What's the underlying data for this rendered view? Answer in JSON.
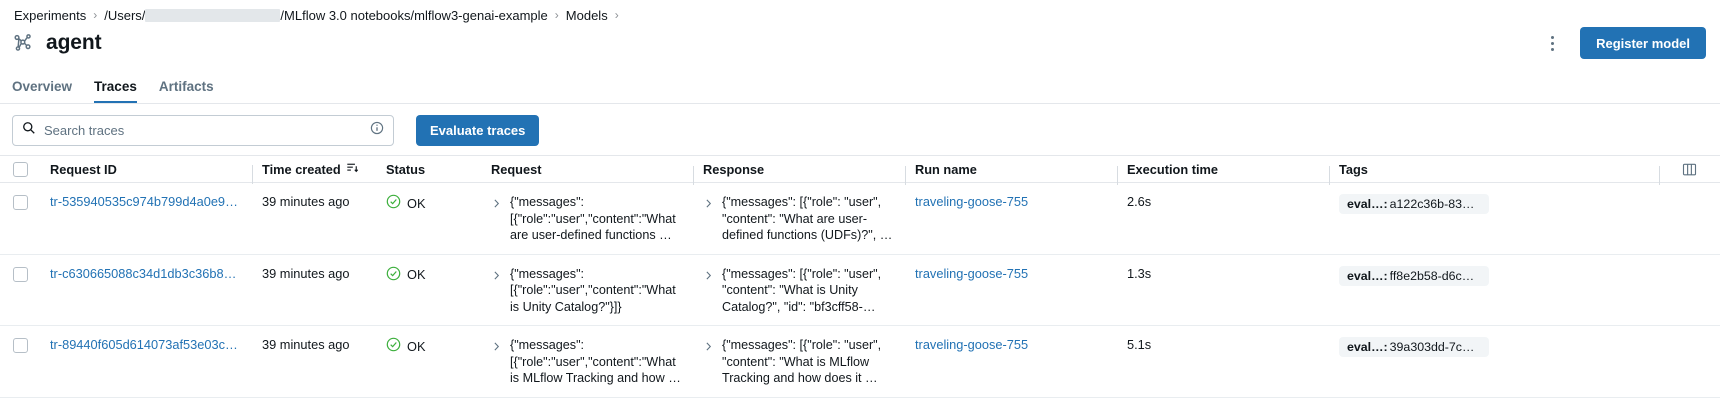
{
  "breadcrumb": {
    "items": [
      {
        "label": "Experiments",
        "type": "link"
      },
      {
        "label": "/Users/",
        "type": "link",
        "redacted_after": true
      },
      {
        "label": "/MLflow 3.0 notebooks/mlflow3-genai-example",
        "type": "link"
      },
      {
        "label": "Models",
        "type": "link"
      }
    ],
    "separator": "›"
  },
  "header": {
    "icon": "model-graph-icon",
    "title": "agent",
    "kebab_label": "More options",
    "register_button": "Register model"
  },
  "tabs": [
    {
      "label": "Overview",
      "active": false
    },
    {
      "label": "Traces",
      "active": true
    },
    {
      "label": "Artifacts",
      "active": false
    }
  ],
  "toolbar": {
    "search_placeholder": "Search traces",
    "search_value": "",
    "info_tooltip": "Search help",
    "evaluate_button": "Evaluate traces"
  },
  "table": {
    "columns": [
      {
        "key": "select",
        "label": ""
      },
      {
        "key": "request_id",
        "label": "Request ID"
      },
      {
        "key": "time_created",
        "label": "Time created",
        "sorted": true,
        "sort_dir": "desc"
      },
      {
        "key": "status",
        "label": "Status"
      },
      {
        "key": "request",
        "label": "Request"
      },
      {
        "key": "response",
        "label": "Response"
      },
      {
        "key": "run_name",
        "label": "Run name"
      },
      {
        "key": "execution_time",
        "label": "Execution time"
      },
      {
        "key": "tags",
        "label": "Tags"
      }
    ],
    "column_settings_icon": "columns-icon",
    "rows": [
      {
        "request_id": "tr-535940535c974b799d4a0e9ca…",
        "time_created": "39 minutes ago",
        "status": "OK",
        "request": "{\"messages\": [{\"role\":\"user\",\"content\":\"What are user-defined functions …",
        "response": "{\"messages\": [{\"role\": \"user\", \"content\": \"What are user-defined functions (UDFs)?\", …",
        "run_name": "traveling-goose-755",
        "execution_time": "2.6s",
        "tag_key": "eval…:",
        "tag_value": "a122c36b-834…"
      },
      {
        "request_id": "tr-c630665088c34d1db3c36b8aa…",
        "time_created": "39 minutes ago",
        "status": "OK",
        "request": "{\"messages\": [{\"role\":\"user\",\"content\":\"What is Unity Catalog?\"}]}",
        "response": "{\"messages\": [{\"role\": \"user\", \"content\": \"What is Unity Catalog?\", \"id\": \"bf3cff58-…",
        "run_name": "traveling-goose-755",
        "execution_time": "1.3s",
        "tag_key": "eval…:",
        "tag_value": "ff8e2b58-d6ce…"
      },
      {
        "request_id": "tr-89440f605d614073af53e03c69…",
        "time_created": "39 minutes ago",
        "status": "OK",
        "request": "{\"messages\": [{\"role\":\"user\",\"content\":\"What is MLflow Tracking and how …",
        "response": "{\"messages\": [{\"role\": \"user\", \"content\": \"What is MLflow Tracking and how does it …",
        "run_name": "traveling-goose-755",
        "execution_time": "5.1s",
        "tag_key": "eval…:",
        "tag_value": "39a303dd-7c6…"
      }
    ]
  },
  "colors": {
    "accent": "#2272b4",
    "success": "#3caf3c",
    "text": "#11171c",
    "muted": "#5f7281",
    "border": "#e4e7eb"
  }
}
